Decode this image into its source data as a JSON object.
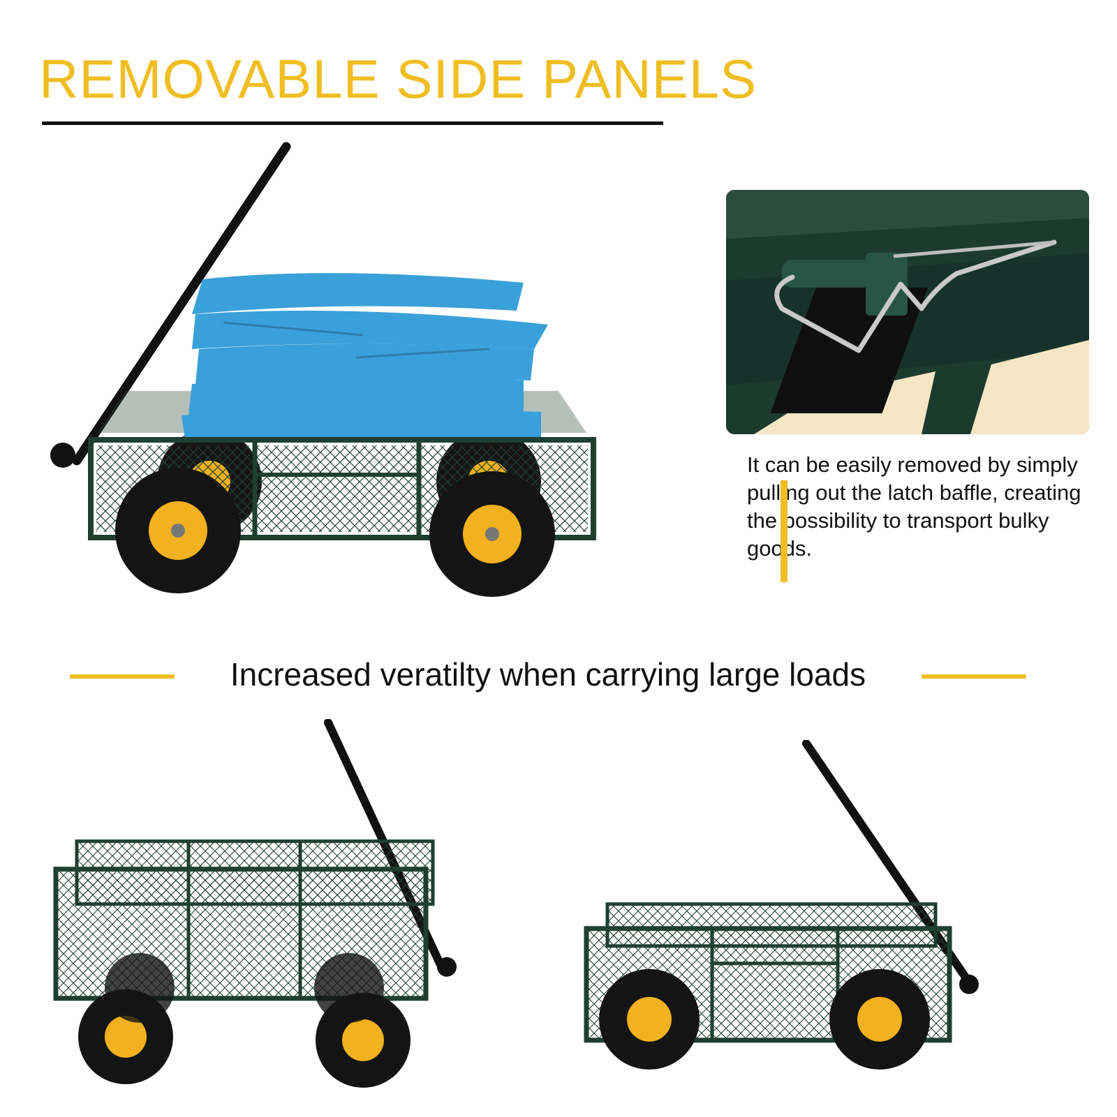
{
  "header": {
    "title": "REMOVABLE SIDE PANELS"
  },
  "detail": {
    "description": "It can be easily removed by simply pulling out the latch baffle, creating the possibility to transport bulky goods."
  },
  "section": {
    "subtitle": "Increased veratilty when carrying large loads"
  },
  "colors": {
    "accent": "#EFBE23",
    "frame_green": "#1F3F31",
    "wheel_hub": "#F2B11E",
    "bag_blue": "#3AA0D9",
    "text": "#111111"
  },
  "images": [
    "cart-loaded-with-bags",
    "latch-pin-closeup",
    "cart-with-side-panels",
    "cart-side-view"
  ]
}
